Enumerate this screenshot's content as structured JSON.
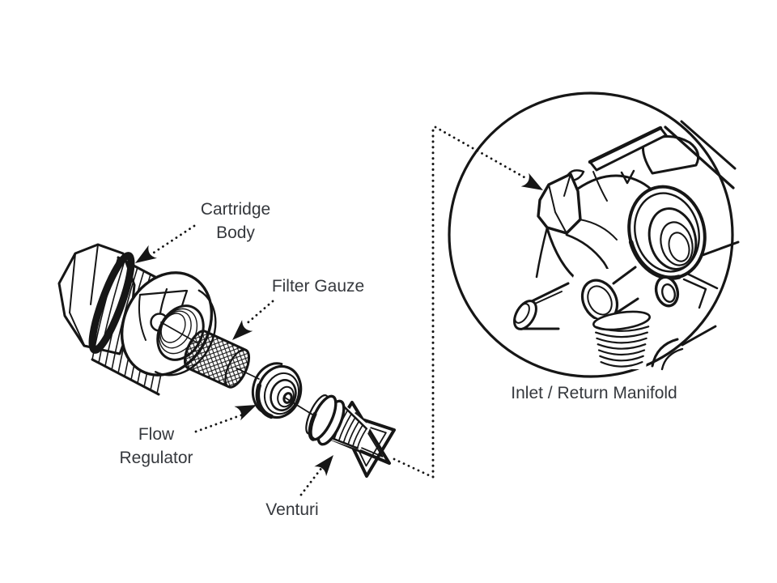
{
  "diagram": {
    "type": "exploded-parts-diagram",
    "colors": {
      "line": "#161616",
      "text": "#35383d",
      "background": "#ffffff"
    },
    "labels": {
      "cartridge_body_line1": "Cartridge",
      "cartridge_body_line2": "Body",
      "filter_gauze": "Filter Gauze",
      "flow_regulator_line1": "Flow",
      "flow_regulator_line2": "Regulator",
      "venturi": "Venturi",
      "manifold": "Inlet / Return Manifold"
    }
  }
}
